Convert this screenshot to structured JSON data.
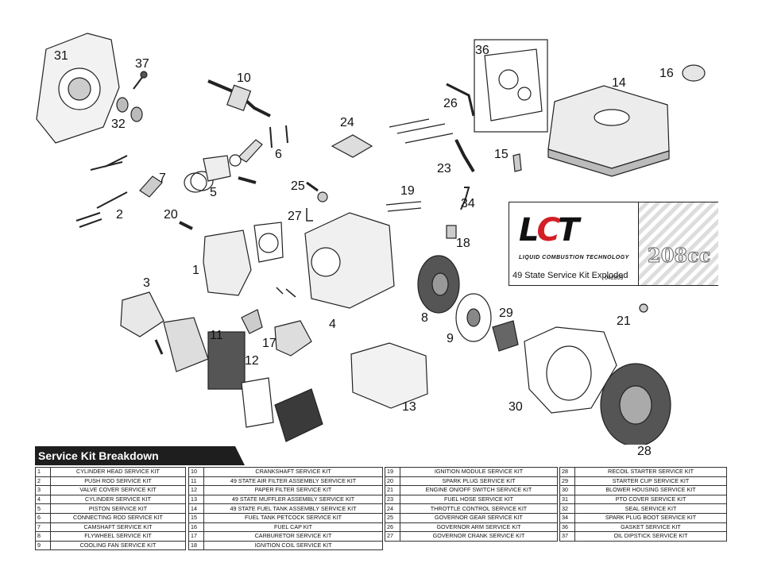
{
  "parts": [
    {
      "id": "31"
    },
    {
      "id": "37"
    },
    {
      "id": "32"
    },
    {
      "id": "10"
    },
    {
      "id": "36"
    },
    {
      "id": "14"
    },
    {
      "id": "16"
    },
    {
      "id": "26"
    },
    {
      "id": "24"
    },
    {
      "id": "6"
    },
    {
      "id": "7"
    },
    {
      "id": "5"
    },
    {
      "id": "23"
    },
    {
      "id": "15"
    },
    {
      "id": "25"
    },
    {
      "id": "19"
    },
    {
      "id": "34"
    },
    {
      "id": "2"
    },
    {
      "id": "20"
    },
    {
      "id": "27"
    },
    {
      "id": "18"
    },
    {
      "id": "1"
    },
    {
      "id": "3"
    },
    {
      "id": "4"
    },
    {
      "id": "8"
    },
    {
      "id": "29"
    },
    {
      "id": "21"
    },
    {
      "id": "11"
    },
    {
      "id": "9"
    },
    {
      "id": "17"
    },
    {
      "id": "12"
    },
    {
      "id": "13"
    },
    {
      "id": "30"
    },
    {
      "id": "28"
    }
  ],
  "brand": {
    "logo_l": "L",
    "logo_c": "C",
    "logo_t": "T",
    "tagline": "LIQUID COMBUSTION TECHNOLOGY",
    "caption": "49 State Service Kit Exploded",
    "code": "042809",
    "displacement": "208cc"
  },
  "breakdown": {
    "title": "Service Kit Breakdown",
    "columns": [
      [
        {
          "num": "1",
          "name": "CYLINDER HEAD SERVICE KIT"
        },
        {
          "num": "2",
          "name": "PUSH ROD SERVICE KIT"
        },
        {
          "num": "3",
          "name": "VALVE COVER SERVICE KIT"
        },
        {
          "num": "4",
          "name": "CYLINDER SERVICE KIT"
        },
        {
          "num": "5",
          "name": "PISTON SERVICE KIT"
        },
        {
          "num": "6",
          "name": "CONNECTING ROD SERVICE KIT"
        },
        {
          "num": "7",
          "name": "CAMSHAFT SERVICE KIT"
        },
        {
          "num": "8",
          "name": "FLYWHEEL SERVICE KIT"
        },
        {
          "num": "9",
          "name": "COOLING FAN SERVICE KIT"
        }
      ],
      [
        {
          "num": "10",
          "name": "CRANKSHAFT SERVICE KIT"
        },
        {
          "num": "11",
          "name": "49 STATE AIR FILTER ASSEMBLY SERVICE KIT"
        },
        {
          "num": "12",
          "name": "PAPER FILTER SERVICE KIT"
        },
        {
          "num": "13",
          "name": "49 STATE MUFFLER ASSEMBLY SERVICE KIT"
        },
        {
          "num": "14",
          "name": "49 STATE FUEL TANK ASSEMBLY SERVICE KIT"
        },
        {
          "num": "15",
          "name": "FUEL TANK PETCOCK  SERVICE KIT"
        },
        {
          "num": "16",
          "name": "FUEL CAP KIT"
        },
        {
          "num": "17",
          "name": "CARBURETOR SERVICE KIT"
        },
        {
          "num": "18",
          "name": "IGNITION COIL SERVICE KIT"
        }
      ],
      [
        {
          "num": "19",
          "name": "IGNITION MODULE SERVICE KIT"
        },
        {
          "num": "20",
          "name": "SPARK PLUG SERVICE KIT"
        },
        {
          "num": "21",
          "name": "ENGINE ON/OFF SWITCH SERVICE KIT"
        },
        {
          "num": "23",
          "name": "FUEL HOSE SERVICE KIT"
        },
        {
          "num": "24",
          "name": "THROTTLE CONTROL SERVICE KIT"
        },
        {
          "num": "25",
          "name": "GOVERNOR GEAR SERVICE KIT"
        },
        {
          "num": "26",
          "name": "GOVERNOR ARM SERVICE KIT"
        },
        {
          "num": "27",
          "name": "GOVERNOR CRANK SERVICE KIT"
        }
      ],
      [
        {
          "num": "28",
          "name": "RECOIL STARTER SERVICE KIT"
        },
        {
          "num": "29",
          "name": "STARTER CUP SERVICE KIT"
        },
        {
          "num": "30",
          "name": "BLOWER HOUSING SERVICE KIT"
        },
        {
          "num": "31",
          "name": "PTO COVER SERVICE KIT"
        },
        {
          "num": "32",
          "name": "SEAL SERVICE KIT"
        },
        {
          "num": "34",
          "name": "SPARK PLUG BOOT SERVICE KIT"
        },
        {
          "num": "36",
          "name": "GASKET SERVICE KIT"
        },
        {
          "num": "37",
          "name": "OIL DIPSTICK SERVICE KIT"
        }
      ]
    ]
  }
}
